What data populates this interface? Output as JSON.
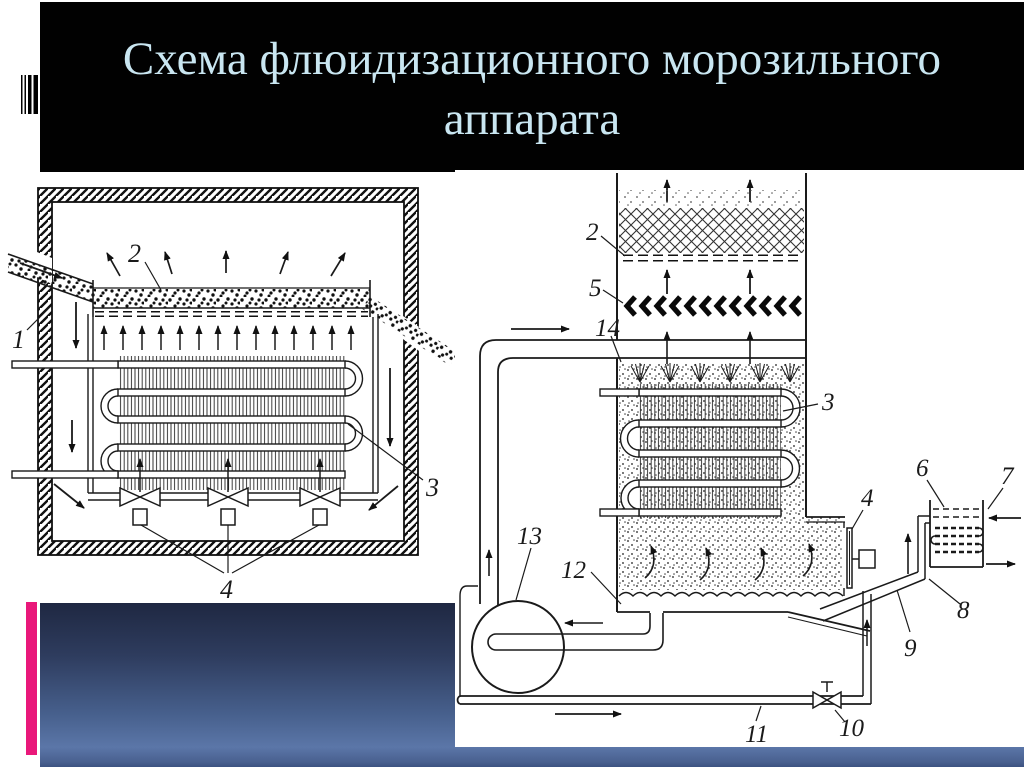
{
  "slide": {
    "title": {
      "line1": "Схема флюидизационного морозильного",
      "line2": "аппарата",
      "text_color": "#c9e6f1",
      "bar_color": "#010101"
    },
    "accent": {
      "stripe_color": "#e9187a",
      "panel_gradient_top": "#1f2842",
      "panel_gradient_bottom": "#5b76a8"
    }
  },
  "left_diagram": {
    "labels": {
      "n1": "1",
      "n2": "2",
      "n3": "3",
      "n4": "4"
    }
  },
  "right_diagram": {
    "labels": {
      "n2": "2",
      "n3": "3",
      "n4": "4",
      "n5": "5",
      "n6": "6",
      "n7": "7",
      "n8": "8",
      "n9": "9",
      "n10": "10",
      "n11": "11",
      "n12": "12",
      "n13": "13",
      "n14": "14"
    }
  }
}
